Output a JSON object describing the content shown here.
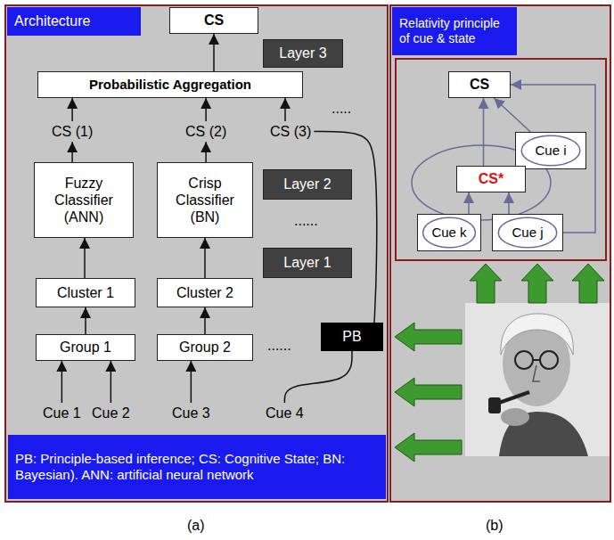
{
  "diagram": {
    "nodes": [
      {
        "text": [
          "Architecture"
        ]
      },
      {
        "text": [
          "CS"
        ]
      },
      {
        "text": [
          "Layer 3"
        ]
      },
      {
        "text": [
          "Probabilistic Aggregation"
        ]
      },
      {
        "text": [
          "CS (1)"
        ]
      },
      {
        "text": [
          "CS (2)"
        ]
      },
      {
        "text": [
          "CS (3)"
        ]
      },
      {
        "text": [
          "Fuzzy Classifier (ANN)"
        ]
      },
      {
        "text": [
          "Crisp Classifier (BN)"
        ]
      },
      {
        "text": [
          "Layer 2"
        ]
      },
      {
        "text": [
          "Cluster 1"
        ]
      },
      {
        "text": [
          "Cluster 2"
        ]
      },
      {
        "text": [
          "Layer 1"
        ]
      },
      {
        "text": [
          "PB"
        ]
      },
      {
        "text": [
          "Group 1"
        ]
      },
      {
        "text": [
          "Group 2"
        ]
      },
      {
        "text": [
          "Cue 1"
        ]
      },
      {
        "text": [
          "Cue 2"
        ]
      },
      {
        "text": [
          "Cue 3"
        ]
      },
      {
        "text": [
          "Cue 4"
        ]
      },
      {
        "text": [
          "PB: Principle-based inference; CS: Cognitive State; BN: Bayesian). ANN: artificial neural network"
        ]
      },
      {
        "text": [
          "Relativity principle of cue & state"
        ]
      },
      {
        "text": [
          "CS"
        ]
      },
      {
        "text": [
          "Cue i"
        ]
      },
      {
        "text": [
          "CS*"
        ]
      },
      {
        "text": [
          "Cue k"
        ]
      },
      {
        "text": [
          "Cue j"
        ]
      }
    ],
    "edges": [
      {
        "from": 14,
        "to": 10,
        "arrow": "to"
      },
      {
        "from": 15,
        "to": 11,
        "arrow": "to"
      },
      {
        "from": 10,
        "to": 7,
        "arrow": "to"
      },
      {
        "from": 11,
        "to": 8,
        "arrow": "to"
      },
      {
        "from": 7,
        "to": 4,
        "arrow": "to"
      },
      {
        "from": 8,
        "to": 5,
        "arrow": "to"
      },
      {
        "from": 4,
        "to": 3,
        "arrow": "to"
      },
      {
        "from": 5,
        "to": 3,
        "arrow": "to"
      },
      {
        "from": 6,
        "to": 3,
        "arrow": "to"
      },
      {
        "from": 3,
        "to": 1,
        "arrow": "to"
      },
      {
        "from": 16,
        "to": 14,
        "arrow": "to"
      },
      {
        "from": 17,
        "to": 14,
        "arrow": "to"
      },
      {
        "from": 18,
        "to": 15,
        "arrow": "to"
      },
      {
        "from": 19,
        "to": 13,
        "arrow": "none"
      },
      {
        "from": 13,
        "to": 6,
        "arrow": "none"
      },
      {
        "from": 25,
        "to": 24,
        "arrow": "to"
      },
      {
        "from": 26,
        "to": 24,
        "arrow": "to"
      },
      {
        "from": 24,
        "to": 22,
        "arrow": "to"
      },
      {
        "from": 23,
        "to": 22,
        "arrow": "to"
      },
      {
        "from": 26,
        "to": 22,
        "arrow": "to"
      }
    ],
    "labels": [
      ".....",
      "......",
      "......",
      "(a)",
      "(b)"
    ]
  }
}
